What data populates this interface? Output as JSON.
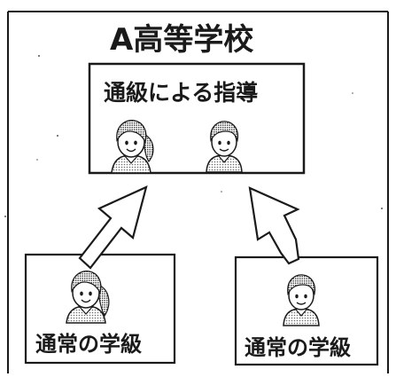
{
  "school": {
    "title": "A高等学校"
  },
  "center_box": {
    "label": "通級による指導"
  },
  "left_box": {
    "label": "通常の学級"
  },
  "right_box": {
    "label": "通常の学級"
  },
  "colors": {
    "ink": "#1a1a1a",
    "background": "#ffffff",
    "shading": "#9a9a9a"
  },
  "icons": {
    "center_left": "female-student-icon",
    "center_right": "male-student-icon",
    "left_box": "female-student-icon",
    "right_box": "male-student-icon",
    "arrows": "hollow-arrow-icon"
  }
}
